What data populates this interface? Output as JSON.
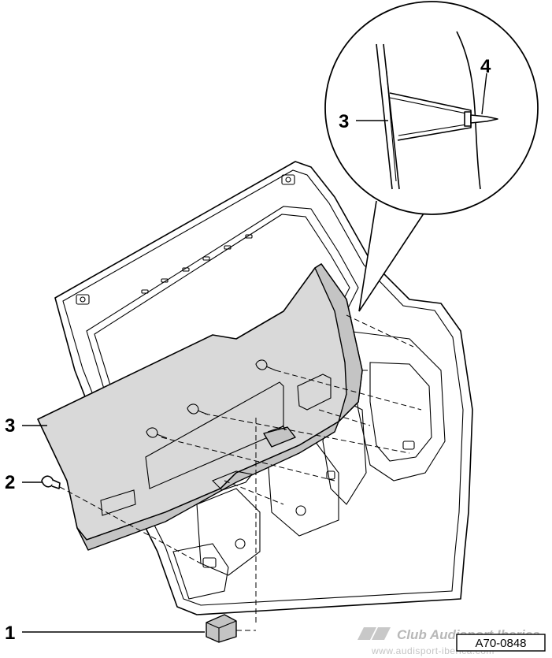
{
  "callouts": {
    "c1": "1",
    "c2": "2",
    "c3_main": "3",
    "c3_detail": "3",
    "c4": "4"
  },
  "figure_code": "A70-0848",
  "watermark": {
    "brand": "Club Audisport Iberica",
    "url": "www.audisport-iberica.com"
  },
  "colors": {
    "trim_fill": "#d9d9d9",
    "cap_fill": "#c4c4c4",
    "line": "#000000",
    "watermark": "#b8b8b8"
  }
}
